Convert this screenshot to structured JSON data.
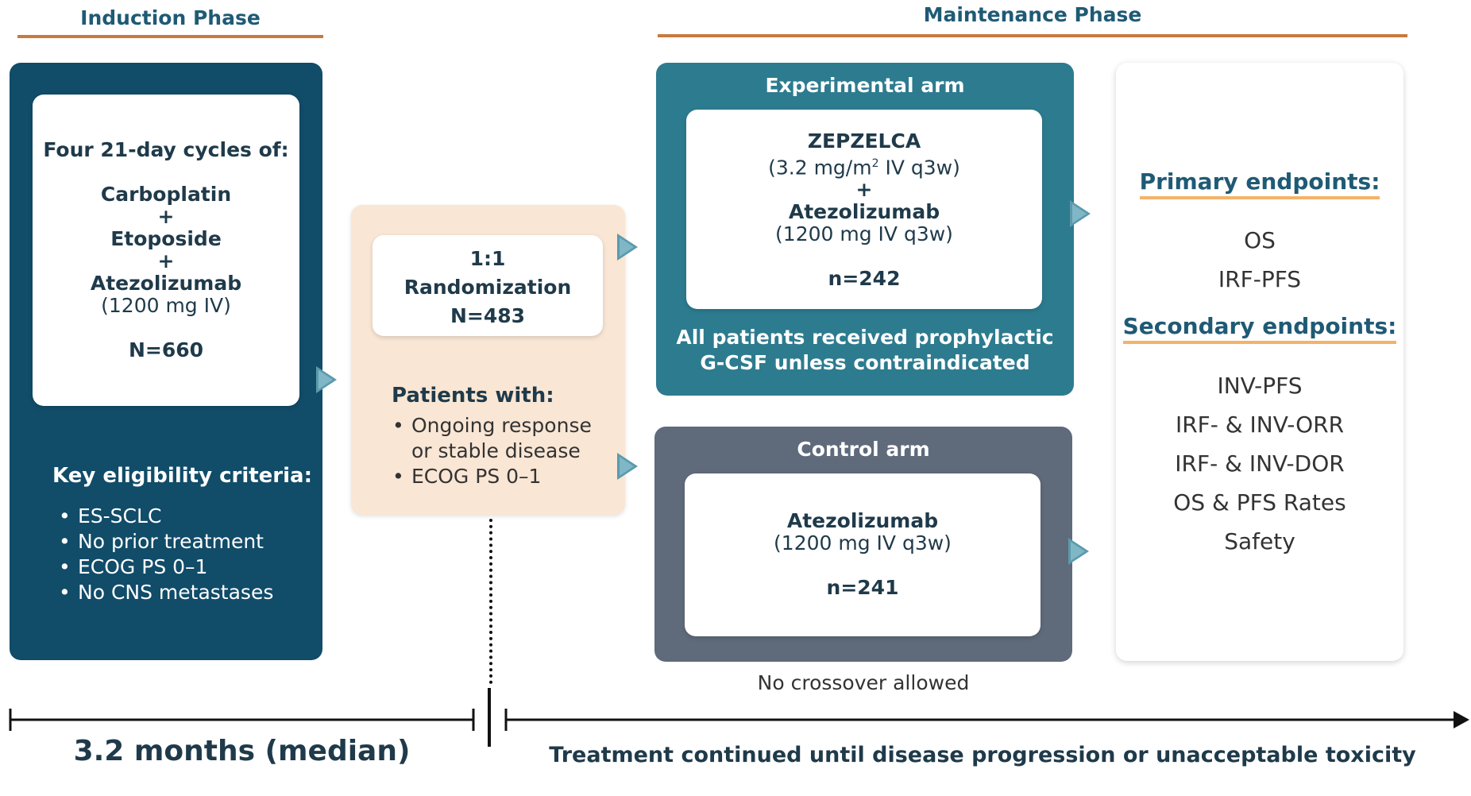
{
  "phases": {
    "induction": "Induction Phase",
    "maintenance": "Maintenance Phase"
  },
  "induction": {
    "intro": "Four 21-day cycles of:",
    "drug1": "Carboplatin",
    "plus1": "+",
    "drug2": "Etoposide",
    "plus2": "+",
    "drug3": "Atezolizumab",
    "dose": "(1200 mg IV)",
    "n": "N=660",
    "criteria_title": "Key eligibility criteria:",
    "criteria": [
      "ES-SCLC",
      "No prior treatment",
      "ECOG PS 0–1",
      "No CNS metastases"
    ]
  },
  "randomization": {
    "ratio": "1:1",
    "label": "Randomization",
    "n": "N=483",
    "patients_title": "Patients with:",
    "patients": [
      "Ongoing response or stable disease",
      "ECOG PS 0–1"
    ]
  },
  "experimental": {
    "title": "Experimental arm",
    "drug1": "ZEPZELCA",
    "dose1_pre": "(3.2 mg/m",
    "dose1_sup": "2",
    "dose1_post": " IV q3w)",
    "plus": "+",
    "drug2": "Atezolizumab",
    "dose2": "(1200 mg IV q3w)",
    "n": "n=242",
    "note1": "All patients received prophylactic",
    "note2": "G-CSF unless contraindicated"
  },
  "control": {
    "title": "Control arm",
    "drug": "Atezolizumab",
    "dose": "(1200 mg IV q3w)",
    "n": "n=241"
  },
  "crossover": "No crossover allowed",
  "endpoints": {
    "primary_title": "Primary endpoints:",
    "primary": [
      "OS",
      "IRF-PFS"
    ],
    "secondary_title": "Secondary endpoints:",
    "secondary": [
      "INV-PFS",
      "IRF- & INV-ORR",
      "IRF- & INV-DOR",
      "OS & PFS Rates",
      "Safety"
    ]
  },
  "timeline": {
    "left_label": "3.2 months (median)",
    "right_label": "Treatment continued until disease progression or unacceptable toxicity"
  },
  "colors": {
    "induction_panel": "#114c69",
    "randomization_panel": "#f9e6d4",
    "experimental_panel": "#2d7b8f",
    "control_panel": "#5f6a7b",
    "phase_line": "#c87a3f",
    "endpoint_underline": "#f4b26a",
    "arrow": "#5b9aac"
  }
}
